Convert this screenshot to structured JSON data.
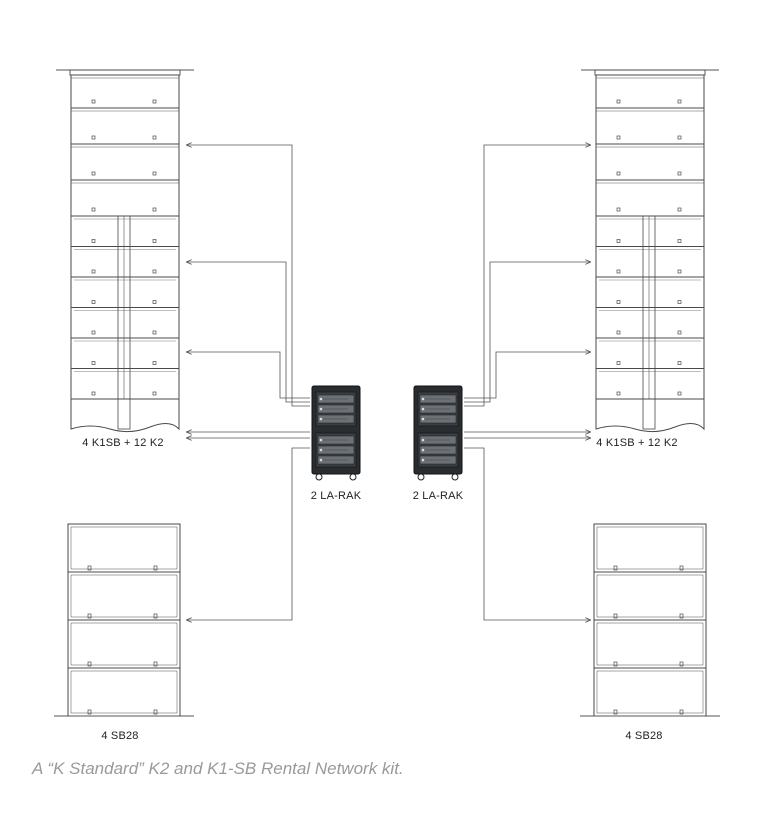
{
  "labels": {
    "left_array": "4 K1SB + 12 K2",
    "right_array": "4 K1SB + 12 K2",
    "left_rack": "2 LA-RAK",
    "right_rack": "2 LA-RAK",
    "left_sub": "4 SB28",
    "right_sub": "4 SB28"
  },
  "caption": "A “K Standard” K2 and K1-SB Rental Network kit.",
  "colors": {
    "line": "#555555",
    "frame": "#4a4a4a",
    "rack_body": "#2a2d30",
    "caption": "#9a9a9a"
  }
}
